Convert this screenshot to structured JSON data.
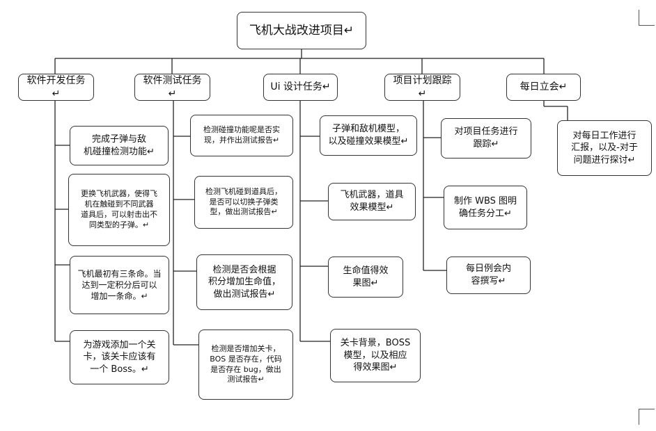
{
  "title": "飞机大战改进项目↵",
  "categories": {
    "dev": "软件开发任务↵",
    "test": "软件测试任务↵",
    "ui": "Ui 设计任务↵",
    "plan": "项目计划跟踪↵",
    "standup": "每日立会↵"
  },
  "dev_tasks": [
    "完成子弹与敌\n机碰撞检测功能↵",
    "更换飞机武器，使得飞\n机在触碰到不同武器\n道具后，可以射击出不\n同类型的子弹。↵",
    "飞机最初有三条命。当\n达到一定积分后可以\n增加一条命。↵",
    "为游戏添加一个关\n卡，该关卡应该有\n一个 Boss。↵"
  ],
  "test_tasks": [
    "检测碰撞功能呢是否实\n现，并作出测试报告↵",
    "检测飞机碰到道具后，\n是否可以切换子弹类\n型，做出测试报告↵",
    "检测是否会根据\n积分增加生命值，\n做出测试报告↵",
    "检测是否增加关卡，\nBOS 是否存在，代码\n是否存在 bug，做出\n测试报告↵"
  ],
  "ui_tasks": [
    "子弹和敌机模型，\n以及碰撞效果模型↵",
    "飞机武器，道具\n效果模型↵",
    "生命值得效\n果图↵",
    "关卡背景，BOSS\n模型，以及相应\n得效果图↵"
  ],
  "plan_tasks": [
    "对项目任务进行\n跟踪↵",
    "制作 WBS 图明\n确任务分工↵",
    "每日例会内\n容撰写↵"
  ],
  "standup_tasks": [
    "对每日工作进行\n汇报，以及-对于\n问题进行探讨↵"
  ]
}
